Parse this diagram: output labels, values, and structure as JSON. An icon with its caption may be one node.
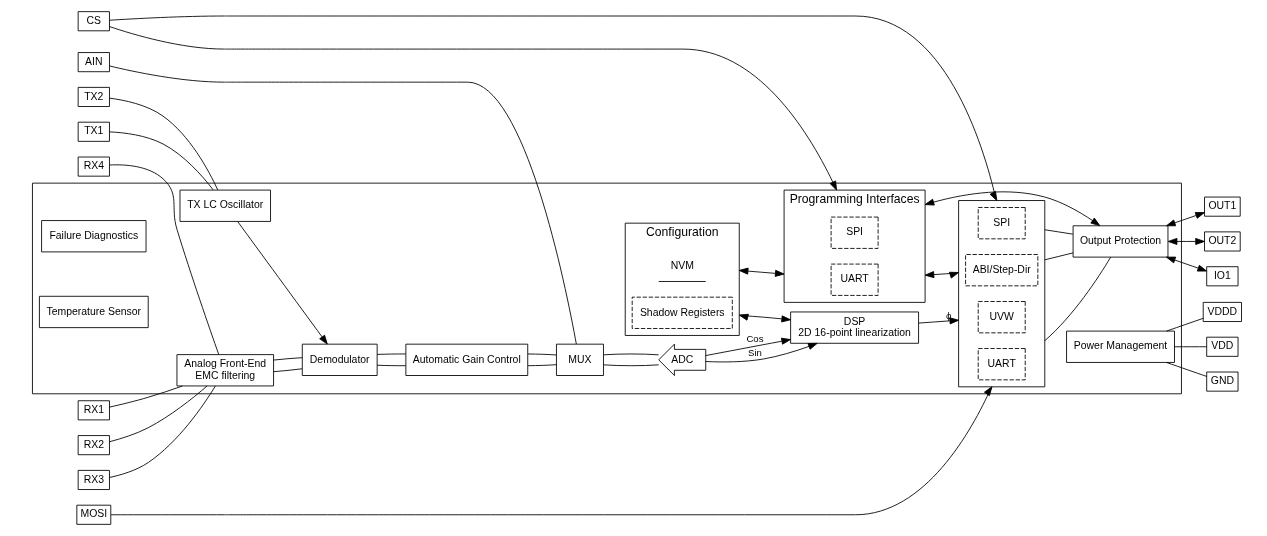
{
  "diagram": {
    "nodes": [
      {
        "text": [],
        "shape": "box"
      },
      {
        "text": [
          "CS"
        ]
      },
      {
        "text": [
          "MOSI"
        ]
      },
      {
        "text": [
          "RX1"
        ]
      },
      {
        "text": [
          "RX2"
        ]
      },
      {
        "text": [
          "RX3"
        ]
      },
      {
        "text": [
          "RX4"
        ]
      },
      {
        "text": [
          "TX1"
        ]
      },
      {
        "text": [
          "TX2"
        ]
      },
      {
        "text": [
          "AIN"
        ]
      },
      {
        "text": [
          "OUT1"
        ]
      },
      {
        "text": [
          "OUT2"
        ]
      },
      {
        "text": [
          "IO1"
        ]
      },
      {
        "text": [
          "VDDD"
        ]
      },
      {
        "text": [
          "VDD"
        ]
      },
      {
        "text": [
          "GND"
        ]
      },
      {
        "text": [
          "Configuration"
        ],
        "in": 0
      },
      {
        "text": [
          "NVM"
        ],
        "in": 16
      },
      {
        "text": [
          "Shadow Registers"
        ],
        "in": 16
      },
      {
        "text": [
          "Programming Interfaces"
        ],
        "in": 0
      },
      {
        "text": [
          "UART"
        ],
        "in": 19
      },
      {
        "text": [
          "SPI"
        ],
        "in": 19
      },
      {
        "text": [
          "Analog Front-End",
          "EMC filtering"
        ],
        "in": 0
      },
      {
        "text": [
          "Demodulator"
        ],
        "in": 0
      },
      {
        "text": [
          "Automatic Gain Control"
        ],
        "in": 0
      },
      {
        "text": [
          "MUX"
        ],
        "in": 0
      },
      {
        "text": [
          "ADC"
        ],
        "in": 0
      },
      {
        "text": [
          "DSP",
          "2D 16-point linearization"
        ],
        "in": 0
      },
      {
        "text": [],
        "shape": "box",
        "in": 0
      },
      {
        "text": [
          "SPI"
        ],
        "in": 28
      },
      {
        "text": [
          "UART"
        ],
        "in": 28
      },
      {
        "text": [
          "ABI/Step-Dir"
        ],
        "in": 28
      },
      {
        "text": [
          "UVW"
        ],
        "in": 28
      },
      {
        "text": [
          "Output Protection"
        ],
        "in": 0
      },
      {
        "text": [
          "TX LC Oscillator"
        ],
        "in": 0
      },
      {
        "text": [
          "Failure Diagnostics"
        ],
        "in": 0
      },
      {
        "text": [
          "Temperature Sensor"
        ],
        "in": 0
      },
      {
        "text": [
          "Power Management"
        ],
        "in": 0
      }
    ],
    "edges": [
      {
        "from": 16,
        "to": 19,
        "arrow": "both"
      },
      {
        "from": 1,
        "to": 19,
        "arrow": "to"
      },
      {
        "from": 1,
        "to": 28,
        "arrow": "to"
      },
      {
        "from": 2,
        "to": 28,
        "arrow": "to"
      },
      {
        "from": 19,
        "to": 28,
        "arrow": "both"
      },
      {
        "from": 16,
        "to": 27,
        "arrow": "both"
      },
      {
        "from": 19,
        "to": 33,
        "arrow": "both"
      },
      {
        "from": 3,
        "to": 22,
        "arrow": "none"
      },
      {
        "from": 4,
        "to": 22,
        "arrow": "none"
      },
      {
        "from": 5,
        "to": 22,
        "arrow": "none"
      },
      {
        "from": 6,
        "to": 22,
        "arrow": "none"
      },
      {
        "from": 22,
        "to": 23,
        "arrow": "none"
      },
      {
        "from": 22,
        "to": 23,
        "arrow": "none"
      },
      {
        "from": 23,
        "to": 24,
        "arrow": "none"
      },
      {
        "from": 23,
        "to": 24,
        "arrow": "none"
      },
      {
        "from": 24,
        "to": 25,
        "arrow": "none"
      },
      {
        "from": 24,
        "to": 25,
        "arrow": "none"
      },
      {
        "from": 25,
        "to": 26,
        "arrow": "none"
      },
      {
        "from": 25,
        "to": 26,
        "arrow": "none"
      },
      {
        "from": 26,
        "to": 27,
        "arrow": "to",
        "label": "Sin"
      },
      {
        "from": 26,
        "to": 27,
        "arrow": "to",
        "label": "Cos"
      },
      {
        "from": 27,
        "to": 28,
        "arrow": "to",
        "label": "ϕ"
      },
      {
        "from": 28,
        "to": 33,
        "arrow": "none"
      },
      {
        "from": 28,
        "to": 33,
        "arrow": "none"
      },
      {
        "from": 28,
        "to": 33,
        "arrow": "none"
      },
      {
        "from": 33,
        "to": 10,
        "arrow": "both"
      },
      {
        "from": 33,
        "to": 11,
        "arrow": "both"
      },
      {
        "from": 33,
        "to": 12,
        "arrow": "both"
      },
      {
        "from": 7,
        "to": 34,
        "arrow": "none"
      },
      {
        "from": 8,
        "to": 34,
        "arrow": "none"
      },
      {
        "from": 34,
        "to": 23,
        "arrow": "to"
      },
      {
        "from": 9,
        "to": 25,
        "arrow": "none"
      },
      {
        "from": 37,
        "to": 13,
        "arrow": "none"
      },
      {
        "from": 37,
        "to": 14,
        "arrow": "none"
      },
      {
        "from": 37,
        "to": 15,
        "arrow": "none"
      }
    ]
  }
}
